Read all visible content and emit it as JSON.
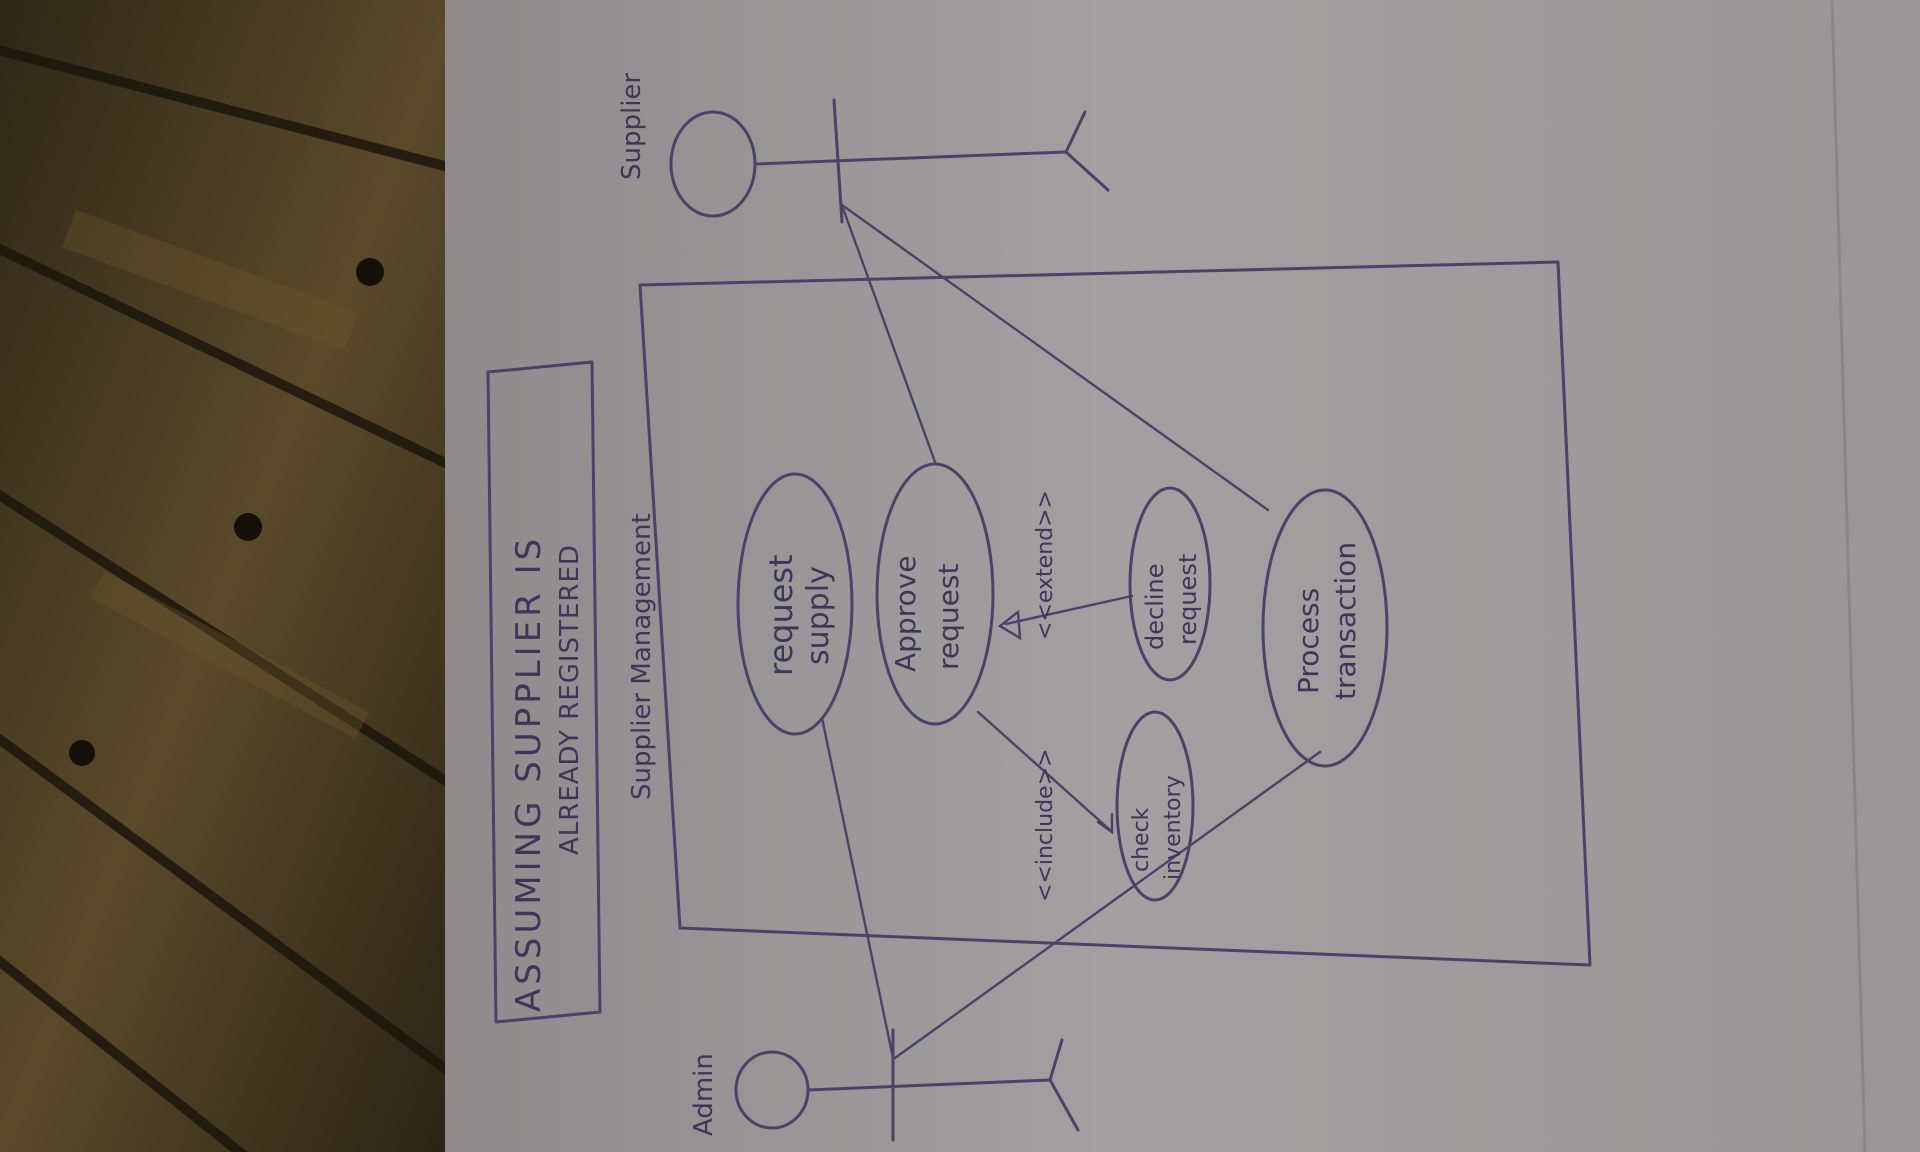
{
  "diagram": {
    "note_line1": "ASSUMING SUPPLIER IS",
    "note_line2": "ALREADY REGISTERED",
    "system_name": "Supplier Management",
    "actors": {
      "admin": "Admin",
      "supplier": "Supplier"
    },
    "use_cases": {
      "request_supply": [
        "request",
        "supply"
      ],
      "approve_request": [
        "Approve",
        "request"
      ],
      "decline_request": [
        "decline",
        "request"
      ],
      "check_inventory": [
        "check",
        "inventory"
      ],
      "process_transaction": [
        "Process",
        "transaction"
      ]
    },
    "relations": {
      "include": "<<include>>",
      "extend": "<<extend>>"
    },
    "colors": {
      "ink": "#4a4368",
      "paper": "#9d9a9a",
      "wood": "#3a3020"
    }
  }
}
